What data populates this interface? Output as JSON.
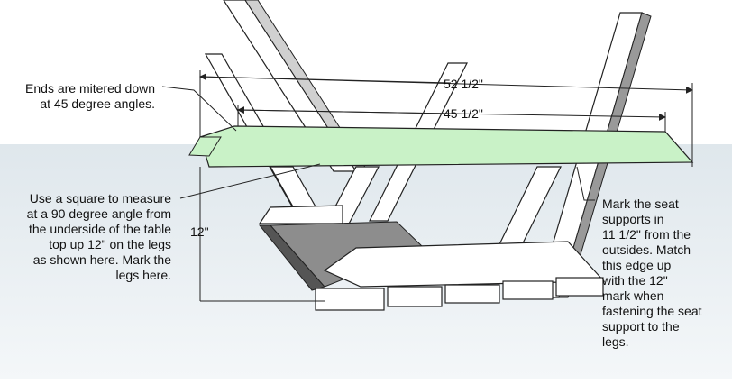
{
  "notes": {
    "miter": "Ends are mitered down\nat 45 degree angles.",
    "square": "Use a square to measure\nat a 90 degree angle from\nthe underside of the table\ntop up 12\" on the legs\nas shown here.  Mark the\nlegs here.",
    "seat_supports": "Mark the seat\nsupports in\n11 1/2\" from the\noutsides.  Match\nthis edge up\nwith the 12\"\nmark when\nfastening the seat\nsupport to the\nlegs."
  },
  "dimensions": {
    "overall": "52 1/2\"",
    "inner": "45 1/2\"",
    "height": "12\""
  },
  "colors": {
    "sky": "#ffffff",
    "ground": "#e6edf1",
    "board": "#c9f2c7",
    "wood": "#ffffff",
    "wood_shade": "#c8c8c8",
    "outline": "#222222"
  }
}
